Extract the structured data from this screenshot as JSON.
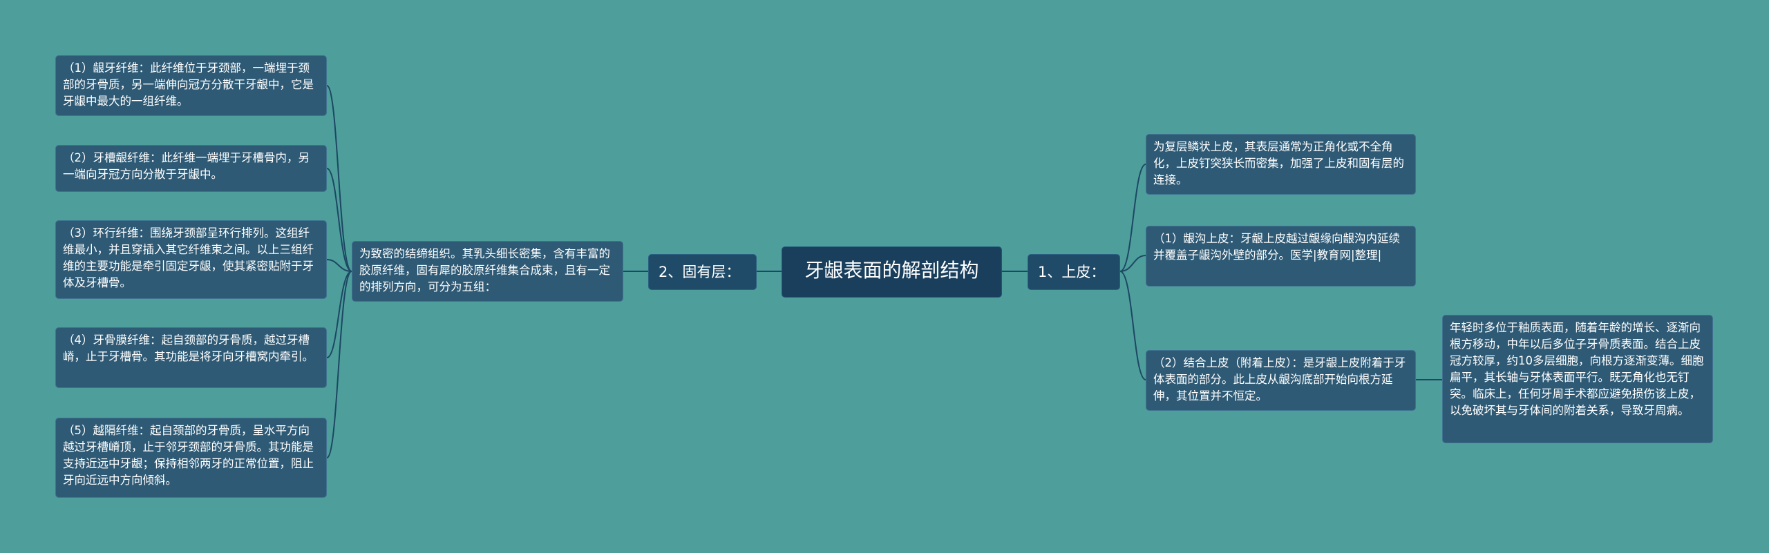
{
  "root": {
    "label": "牙龈表面的解剖结构"
  },
  "branches": [
    {
      "id": "b1",
      "label": "1、上皮：",
      "children": [
        {
          "text": "为复层鳞状上皮，其表层通常为正角化或不全角化，上皮钉突狭长而密集，加强了上皮和固有层的连接。"
        },
        {
          "text": "（1）龈沟上皮：牙龈上皮越过龈缘向龈沟内延续并覆盖子龈沟外壁的部分。医学|教育网|整理|"
        },
        {
          "text": "（2）结合上皮（附着上皮）：是牙龈上皮附着于牙体表面的部分。此上皮从龈沟底部开始向根方延伸，其位置并不恒定。",
          "children": [
            {
              "text": "年轻时多位于釉质表面，随着年龄的增长、逐渐向根方移动，中年以后多位子牙骨质表面。结合上皮冠方较厚，约10多层细胞，向根方逐渐变薄。细胞扁平，其长轴与牙体表面平行。既无角化也无钉突。临床上，任何牙周手术都应避免损伤该上皮，以免破坏其与牙体间的附着关系，导致牙周病。"
            }
          ]
        }
      ]
    },
    {
      "id": "b2",
      "label": "2、固有层：",
      "children": [
        {
          "text": "为致密的结缔组织。其乳头细长密集，含有丰富的胶原纤维，固有犀的胶原纤维集合成束，且有一定的排列方向，可分为五组：",
          "children": [
            {
              "text": "（1）龈牙纤维：此纤维位于牙颈部，一端埋于颈部的牙骨质，另一端伸向冠方分散干牙龈中，它是牙龈中最大的一组纤维。"
            },
            {
              "text": "（2）牙槽龈纤维：此纤维一端埋于牙槽骨内，另一端向牙冠方向分散于牙龈中。"
            },
            {
              "text": "（3）环行纤维：围绕牙颈部呈环行排列。这组纤维最小，并且穿插入其它纤维束之间。以上三组纤维的主要功能是牵引固定牙龈，使其紧密贴附于牙体及牙槽骨。"
            },
            {
              "text": "（4）牙骨膜纤维：起自颈部的牙骨质，越过牙槽嵴，止于牙槽骨。其功能是将牙向牙槽窝内牵引。"
            },
            {
              "text": "（5）越隔纤维：起自颈部的牙骨质，呈水平方向越过牙槽嵴顶，止于邻牙颈部的牙骨质。其功能是支持近远中牙龈；保持相邻两牙的正常位置，阻止牙向近远中方向倾斜。"
            }
          ]
        }
      ]
    }
  ],
  "colors": {
    "background": "#4e9e9c",
    "node_fill": "#2e5a75",
    "mid_fill": "#1f4a68",
    "root_fill": "#193f5d",
    "connector": "#1d4763",
    "text": "#ffffff"
  }
}
